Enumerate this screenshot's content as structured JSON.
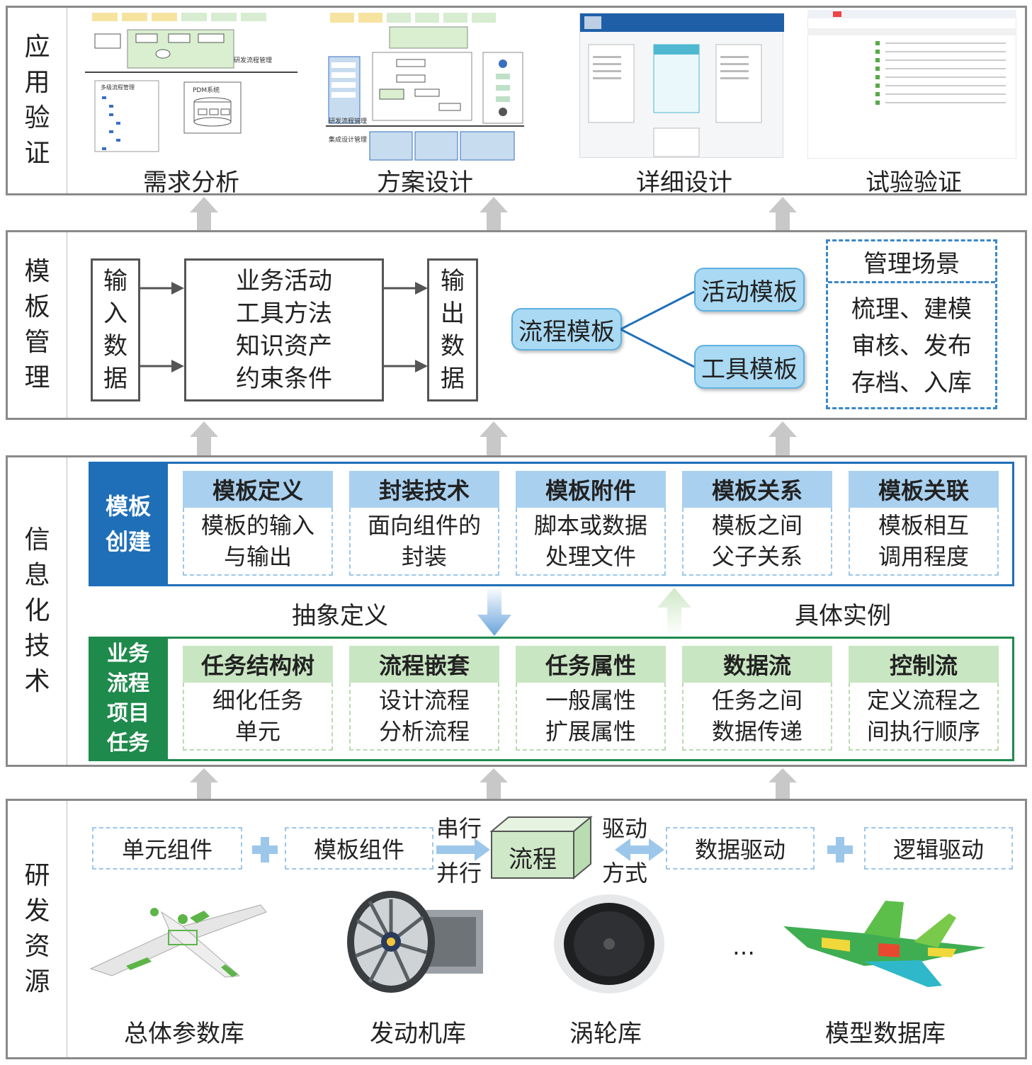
{
  "layers": {
    "application": {
      "label": [
        "应",
        "用",
        "验",
        "证"
      ]
    },
    "template": {
      "label": [
        "模",
        "板",
        "管",
        "理"
      ]
    },
    "info": {
      "label": [
        "信",
        "息",
        "化",
        "技",
        "术"
      ]
    },
    "resources": {
      "label": [
        "研",
        "发",
        "资",
        "源"
      ]
    }
  },
  "application": {
    "captions": [
      "需求分析",
      "方案设计",
      "详细设计",
      "试验验证"
    ],
    "thumb1": {
      "title": "研发流程管理",
      "sub1": "多级流程管理",
      "pdm": "PDM系统"
    },
    "thumb2": {
      "title": "研发流程管理",
      "sub": "集成设计管理"
    }
  },
  "template_mgmt": {
    "input": [
      "输",
      "入",
      "数",
      "据"
    ],
    "activity": [
      "业务活动",
      "工具方法",
      "知识资产",
      "约束条件"
    ],
    "output": [
      "输",
      "出",
      "数",
      "据"
    ],
    "process_template": "流程模板",
    "activity_template": "活动模板",
    "tool_template": "工具模板",
    "scene_title": "管理场景",
    "scene_lines": [
      "梳理、建模",
      "审核、发布",
      "存档、入库"
    ]
  },
  "info_tech": {
    "create_label": [
      "模板",
      "创建"
    ],
    "create_items": [
      {
        "head": "模板定义",
        "body": [
          "模板的输入",
          "与输出"
        ]
      },
      {
        "head": "封装技术",
        "body": [
          "面向组件的",
          "封装"
        ]
      },
      {
        "head": "模板附件",
        "body": [
          "脚本或数据",
          "处理文件"
        ]
      },
      {
        "head": "模板关系",
        "body": [
          "模板之间",
          "父子关系"
        ]
      },
      {
        "head": "模板关联",
        "body": [
          "模板相互",
          "调用程度"
        ]
      }
    ],
    "abstract": "抽象定义",
    "concrete": "具体实例",
    "task_label": [
      "业务",
      "流程",
      "项目",
      "任务"
    ],
    "task_items": [
      {
        "head": "任务结构树",
        "body": [
          "细化任务",
          "单元"
        ]
      },
      {
        "head": "流程嵌套",
        "body": [
          "设计流程",
          "分析流程"
        ]
      },
      {
        "head": "任务属性",
        "body": [
          "一般属性",
          "扩展属性"
        ]
      },
      {
        "head": "数据流",
        "body": [
          "任务之间",
          "数据传递"
        ]
      },
      {
        "head": "控制流",
        "body": [
          "定义流程之",
          "间执行顺序"
        ]
      }
    ]
  },
  "resources": {
    "unit": "单元组件",
    "template_comp": "模板组件",
    "serial": "串行",
    "parallel": "并行",
    "flow": "流程",
    "drive": "驱动",
    "mode": "方式",
    "data_drive": "数据驱动",
    "logic_drive": "逻辑驱动",
    "ellipsis": "…",
    "libraries": [
      "总体参数库",
      "发动机库",
      "涡轮库",
      "模型数据库"
    ]
  },
  "colors": {
    "blue_dark": "#1f6fb8",
    "green_dark": "#1e8a4c",
    "pill": "#a9d9f3"
  }
}
